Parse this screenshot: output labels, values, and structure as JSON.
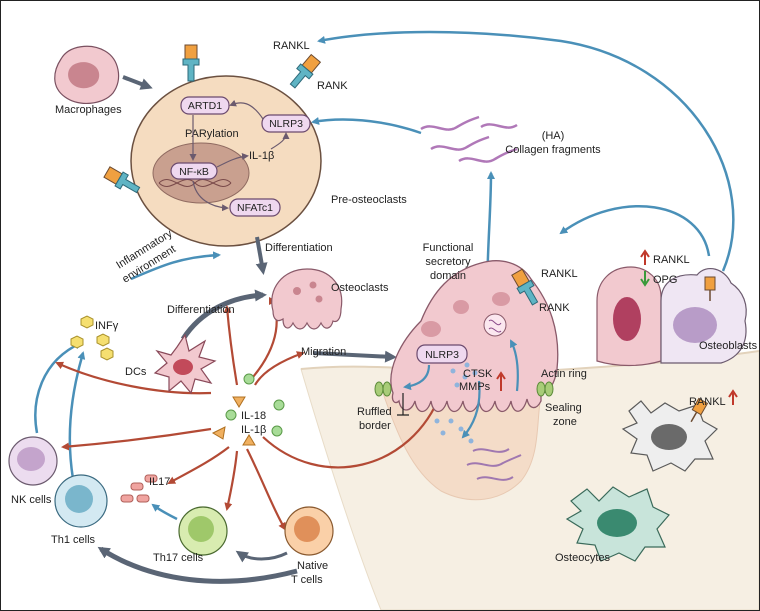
{
  "labels": {
    "rankl_top": "RANKL",
    "rank_top": "RANK",
    "macrophages": "Macrophages",
    "artd1": "ARTD1",
    "parylation": "PARylation",
    "nlrp3_top": "NLRP3",
    "il1b_top": "IL-1β",
    "nfkb": "NF-κB",
    "nfatc1": "NFATc1",
    "pre_osteoclasts": "Pre-osteoclasts",
    "ha": "(HA)",
    "collagen": "Collagen fragments",
    "inflam_1": "Inflammatory",
    "inflam_2": "environment",
    "differentiation_top": "Differentiation",
    "functional_1": "Functional",
    "functional_2": "secretory",
    "functional_3": "domain",
    "rankl_mid": "RANKL",
    "rank_mid": "RANK",
    "rankl_ob": "RANKL",
    "opg": "OPG",
    "osteoblasts": "Osteoblasts",
    "infg": "INFγ",
    "differentiation_dc": "Differentiation",
    "osteoclasts": "Osteoclasts",
    "migration": "Migration",
    "dcs": "DCs",
    "nlrp3_mid": "NLRP3",
    "ctsk": "CTSK",
    "mmps": "MMPs",
    "actin_ring": "Actin ring",
    "il18": "IL-18",
    "il1b": "IL-1β",
    "ruffled_1": "Ruffled",
    "ruffled_2": "border",
    "sealing_1": "Sealing",
    "sealing_2": "zone",
    "rankl_oc": "RANKL",
    "nk_cells": "NK cells",
    "il17": "IL17",
    "th1": "Th1 cells",
    "th17": "Th17 cells",
    "native_1": "Native",
    "native_2": "T cells",
    "osteocytes": "Osteocytes"
  },
  "colors": {
    "blue_arrow": "#4a90b8",
    "red_arrow": "#b34a35",
    "gray_arrow": "#5a6575",
    "cell_pink": "#f2c9c9",
    "nucleus": "#c9858f",
    "pre_osteoclast_fill": "#f5dcc0",
    "bone": "#f5efe4"
  }
}
